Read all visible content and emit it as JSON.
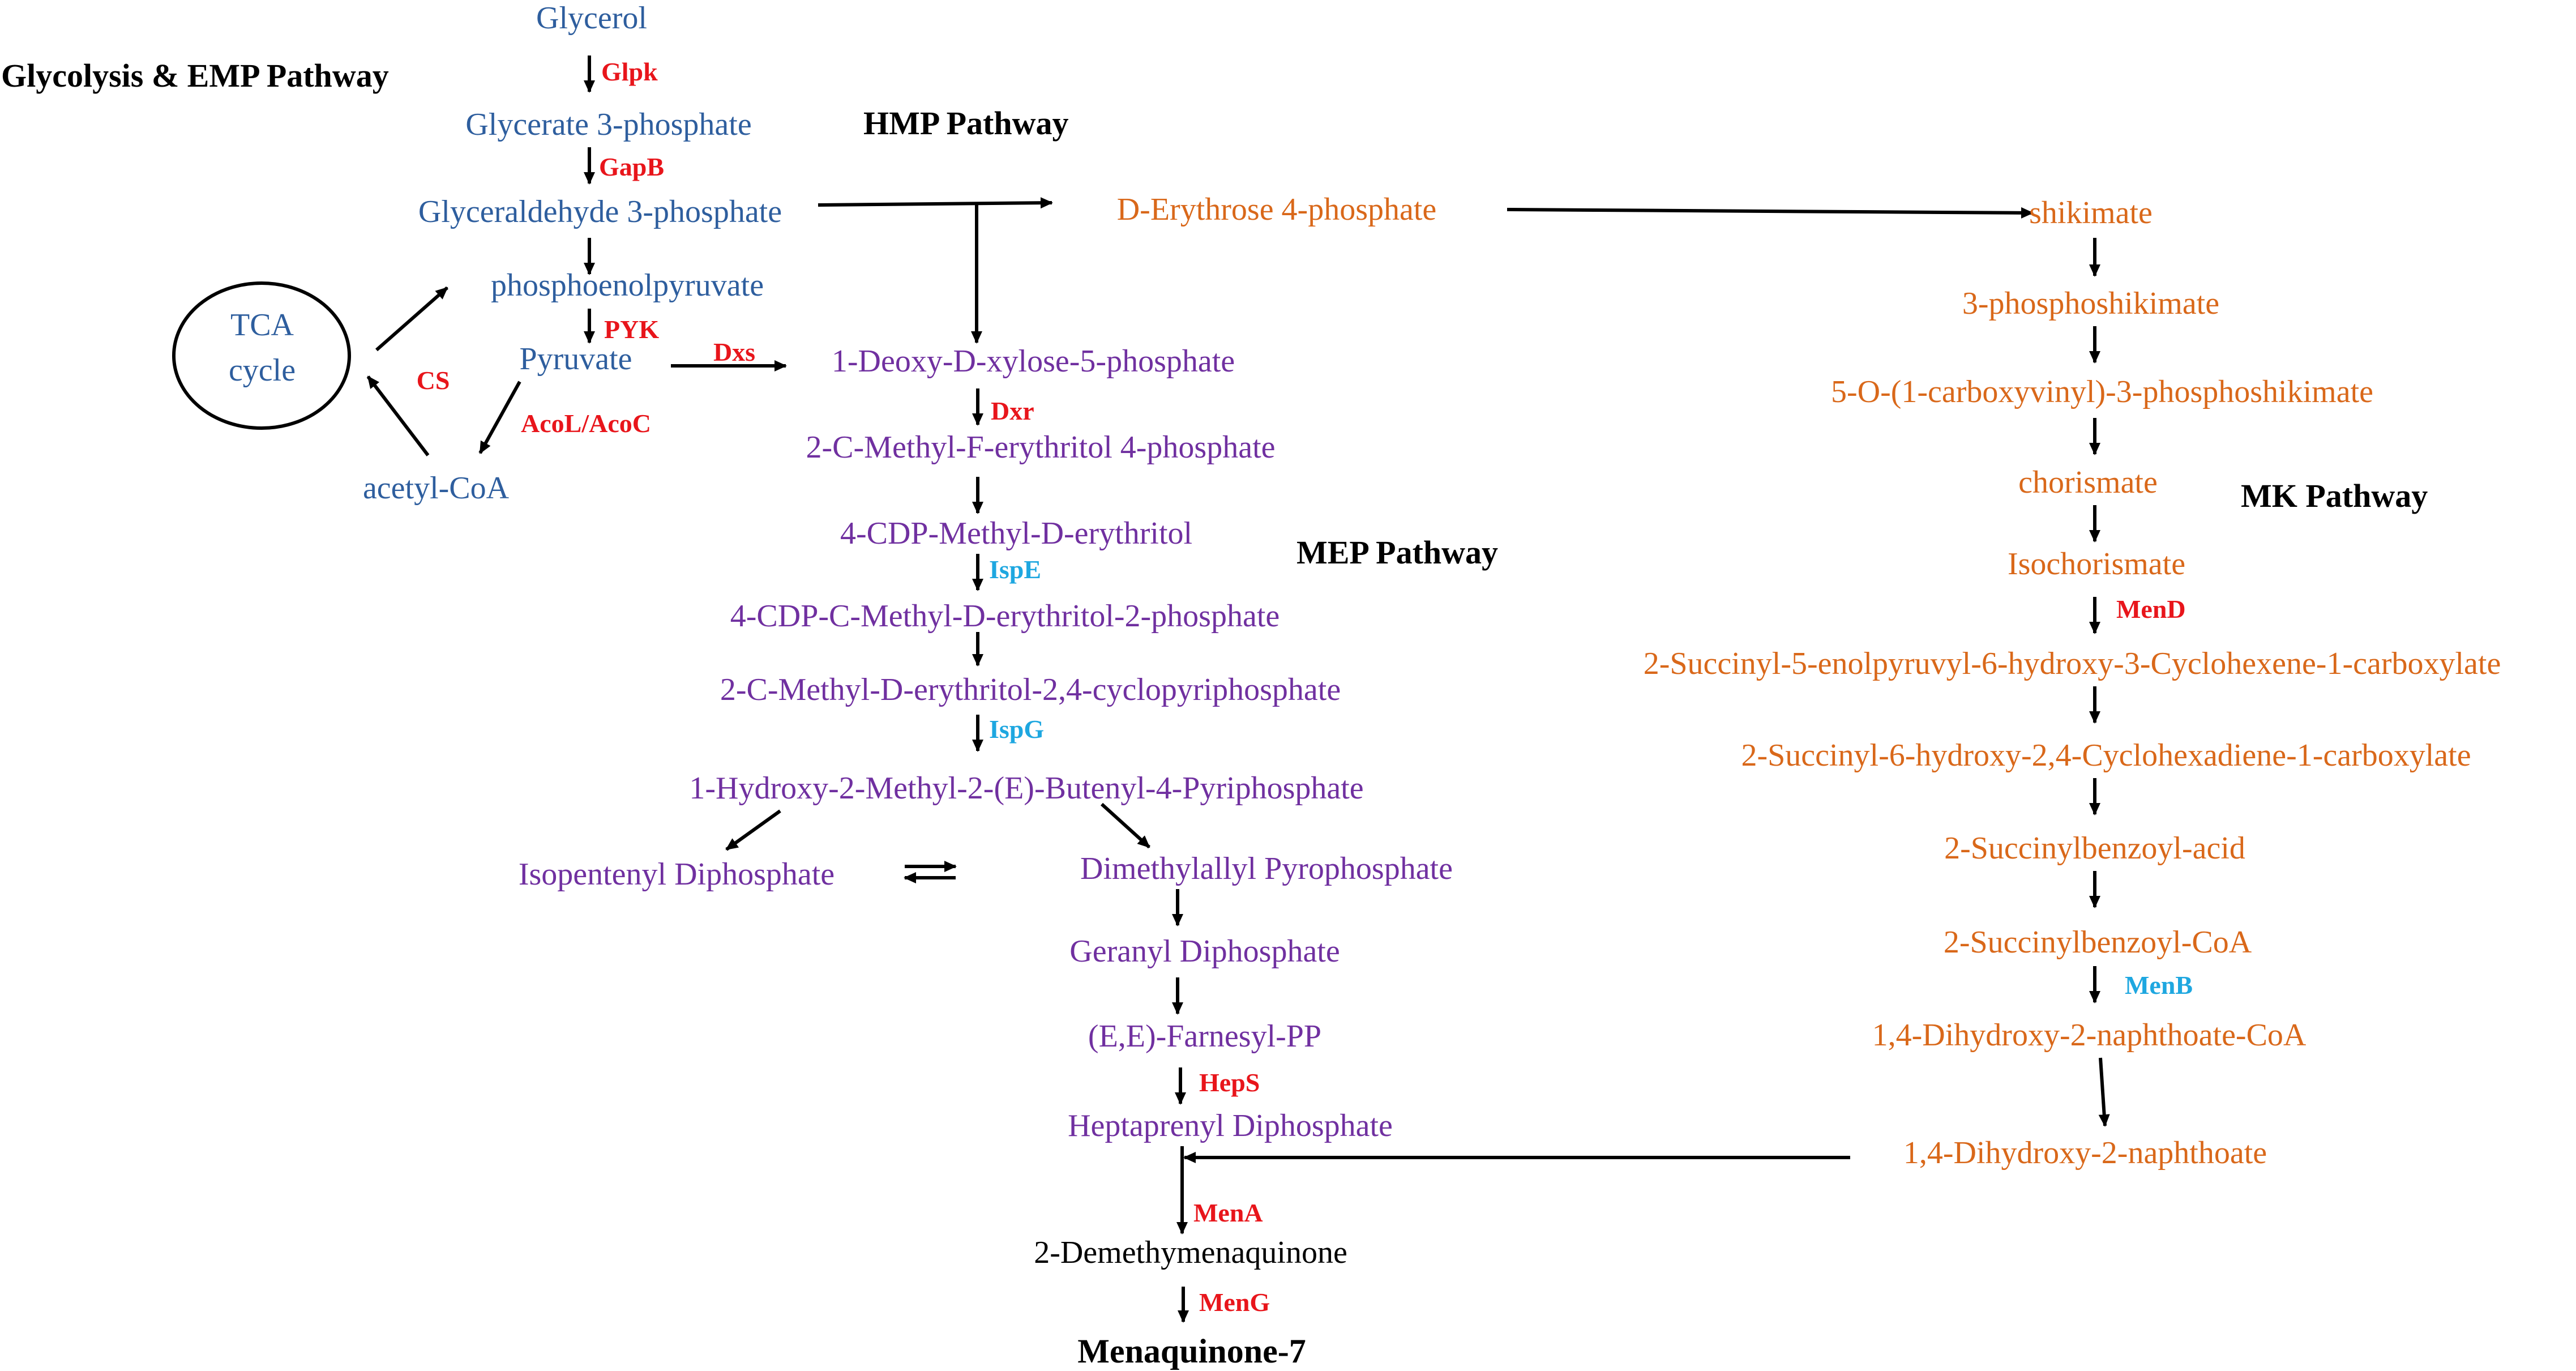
{
  "pathway_titles": {
    "glycolysis": "Glycolysis & EMP  Pathway",
    "hmp": "HMP  Pathway",
    "mep": "MEP  Pathway",
    "mk": "MK  Pathway"
  },
  "tca": {
    "line1": "TCA",
    "line2": "cycle"
  },
  "nodes": {
    "glycerol": "Glycerol",
    "glycerate_3p": "Glycerate 3-phosphate",
    "glyceraldehyde_3p": "Glyceraldehyde 3-phosphate",
    "pep": "phosphoenolpyruvate",
    "pyruvate": "Pyruvate",
    "acetyl_coa": "acetyl-CoA",
    "erythrose_4p": "D-Erythrose 4-phosphate",
    "dxp": "1-Deoxy-D-xylose-5-phosphate",
    "mep": "2-C-Methyl-F-erythritol 4-phosphate",
    "cdp_me": "4-CDP-Methyl-D-erythritol",
    "cdp_mep": "4-CDP-C-Methyl-D-erythritol-2-phosphate",
    "mecpp": "2-C-Methyl-D-erythritol-2,4-cyclopyriphosphate",
    "hmbpp": "1-Hydroxy-2-Methyl-2-(E)-Butenyl-4-Pyriphosphate",
    "ipp": "Isopentenyl  Diphosphate",
    "dmapp": "Dimethylallyl  Pyrophosphate",
    "gpp": "Geranyl  Diphosphate",
    "fpp": "(E,E)-Farnesyl-PP",
    "hpp": "Heptaprenyl  Diphosphate",
    "dmk": "2-Demethymenaquinone",
    "mk7": "Menaquinone-7",
    "shikimate": "shikimate",
    "s3p": "3-phosphoshikimate",
    "epsp": "5-O-(1-carboxyvinyl)-3-phosphoshikimate",
    "chorismate": "chorismate",
    "isochorismate": "Isochorismate",
    "sephchc": "2-Succinyl-5-enolpyruvyl-6-hydroxy-3-Cyclohexene-1-carboxylate",
    "shchc": "2-Succinyl-6-hydroxy-2,4-Cyclohexadiene-1-carboxylate",
    "osb": "2-Succinylbenzoyl-acid",
    "osb_coa": "2-Succinylbenzoyl-CoA",
    "dhna_coa": "1,4-Dihydroxy-2-naphthoate-CoA",
    "dhna": "1,4-Dihydroxy-2-naphthoate"
  },
  "enzymes": {
    "glpk": "Glpk",
    "gapb": "GapB",
    "pyk": "PYK",
    "cs": "CS",
    "acol": "AcoL/AcoC",
    "dxs": "Dxs",
    "dxr": "Dxr",
    "ispe": "IspE",
    "ispg": "IspG",
    "heps": "HepS",
    "mena": "MenA",
    "meng": "MenG",
    "mend": "MenD",
    "menb": "MenB"
  },
  "colors": {
    "glycolysis": "#2e5e9e",
    "mep": "#7030a0",
    "mk": "#d9681a",
    "enzyme_red": "#e8151b",
    "enzyme_cyan": "#1ea7e0",
    "arrow": "#000000"
  }
}
